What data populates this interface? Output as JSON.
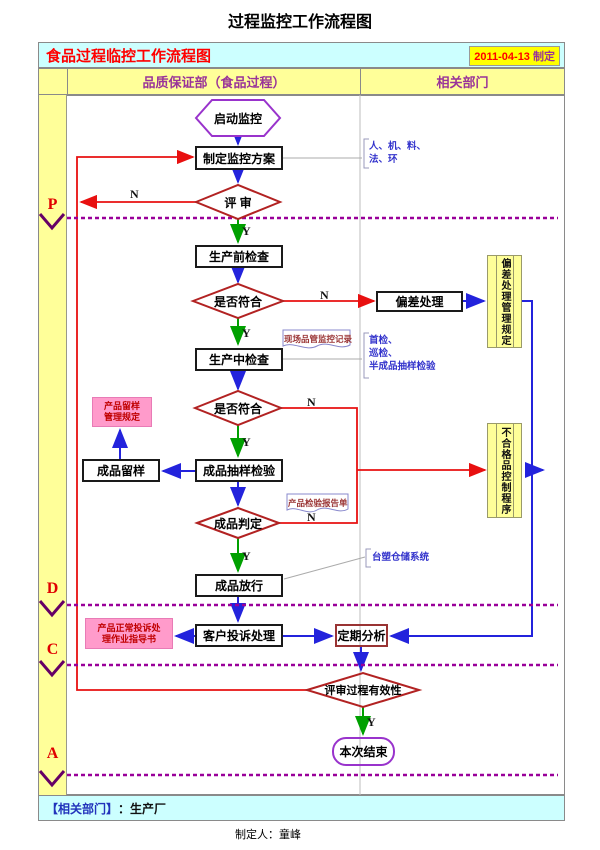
{
  "page": {
    "title": "过程监控工作流程图",
    "author_line": "制定人：童峰"
  },
  "header": {
    "subtitle": "食品过程临控工作流程图",
    "date": "2011-04-13",
    "date_label": "制定",
    "columns": {
      "left": "品质保证部（食品过程）",
      "right": "相关部门"
    }
  },
  "pdca": {
    "plan": "P",
    "do": "D",
    "check": "C",
    "act": "A"
  },
  "flow": {
    "start": "启动监控",
    "make_plan": "制定监控方案",
    "review": "评 审",
    "pre_check": "生产前检查",
    "conform1": "是否符合",
    "deviation": "偏差处理",
    "in_check": "生产中检查",
    "conform2": "是否符合",
    "sampling_test": "成品抽样检验",
    "sample_keep": "成品留样",
    "judgement": "成品判定",
    "release": "成品放行",
    "complaint": "客户投诉处理",
    "periodic_analysis": "定期分析",
    "effectiveness": "评审过程有效性",
    "end": "本次结束",
    "yes": "Y",
    "no": "N"
  },
  "documents": {
    "deviation_rule": "偏差处理管理规定",
    "nonconforming_rule": "不合格品控制程序",
    "retention_rule_line1": "产品留样",
    "retention_rule_line2": "管理规定",
    "complaint_guide_line1": "产品正常投诉处",
    "complaint_guide_line2": "理作业指导书",
    "site_record": "现场品管监控记录",
    "test_report": "产品检验报告单"
  },
  "annotations": {
    "factors_line1": "人、机、料、",
    "factors_line2": "法、环",
    "checks_line1": "首检、",
    "checks_line2": "巡检、",
    "checks_line3": "半成品抽样检验",
    "warehouse": "台塑仓储系统"
  },
  "footer": {
    "dept_label": "【相关部门】",
    "dept_value": "：生产厂"
  },
  "colors": {
    "accent_red": "#FF0000",
    "header_purple": "#993399",
    "cyan_bar": "#CCFFFF",
    "cell_yellow": "#FFFF99",
    "date_yellow": "#FFFF00",
    "pink_note": "#FF9BCB",
    "flow_blue": "#2323DC",
    "flow_green": "#00A000",
    "flow_red": "#E81010",
    "dashed_purple": "#990099",
    "hexagon_purple": "#9933CC",
    "diamond_red": "#B22222"
  }
}
